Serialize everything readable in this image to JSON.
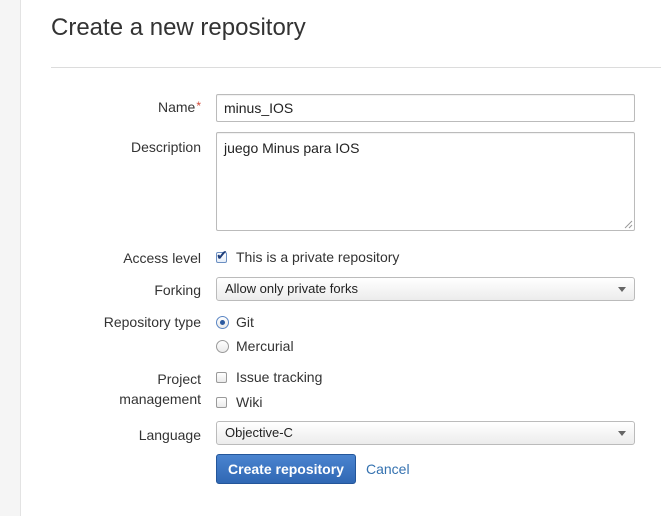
{
  "page": {
    "title": "Create a new repository"
  },
  "form": {
    "name": {
      "label": "Name",
      "required_mark": "*",
      "value": "minus_IOS"
    },
    "description": {
      "label": "Description",
      "value": "juego Minus para IOS"
    },
    "access_level": {
      "label": "Access level",
      "option": "This is a private repository",
      "checked": true
    },
    "forking": {
      "label": "Forking",
      "selected": "Allow only private forks"
    },
    "repository_type": {
      "label": "Repository type",
      "options": [
        {
          "label": "Git",
          "selected": true
        },
        {
          "label": "Mercurial",
          "selected": false
        }
      ]
    },
    "project_management": {
      "label_line1": "Project",
      "label_line2": "management",
      "options": [
        {
          "label": "Issue tracking",
          "checked": false
        },
        {
          "label": "Wiki",
          "checked": false
        }
      ]
    },
    "language": {
      "label": "Language",
      "selected": "Objective-C"
    }
  },
  "actions": {
    "create_label": "Create repository",
    "cancel_label": "Cancel"
  },
  "colors": {
    "primary": "#3572b0",
    "required": "#d14836"
  }
}
